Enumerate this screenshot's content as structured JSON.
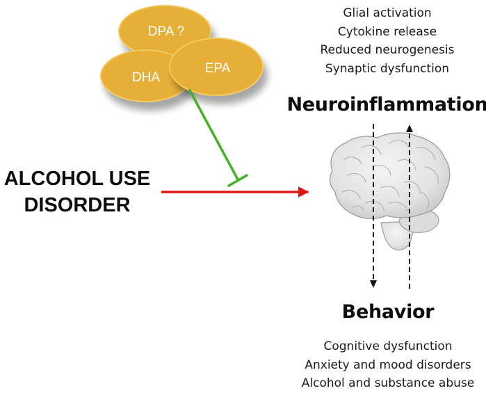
{
  "fatty_acids": {
    "dpa_label": "DPA ?",
    "dha_label": "DHA",
    "epa_label": "EPA"
  },
  "neuroinflammation": {
    "effects": [
      "Glial activation",
      "Cytokine release",
      "Reduced neurogenesis",
      "Synaptic dysfunction"
    ],
    "heading": "Neuroinflammation"
  },
  "alcohol_use_disorder": {
    "line1": "ALCOHOL USE",
    "line2": "DISORDER"
  },
  "behavior": {
    "heading": "Behavior",
    "effects": [
      "Cognitive dysfunction",
      "Anxiety and mood disorders",
      "Alcohol and substance abuse"
    ]
  },
  "colors": {
    "ellipse_fill": "#E6AF37",
    "ellipse_stroke": "#F2C95C",
    "inhibition_line": "#43B02A",
    "activation_arrow": "#E11414",
    "dashed_arrow": "#111111"
  }
}
